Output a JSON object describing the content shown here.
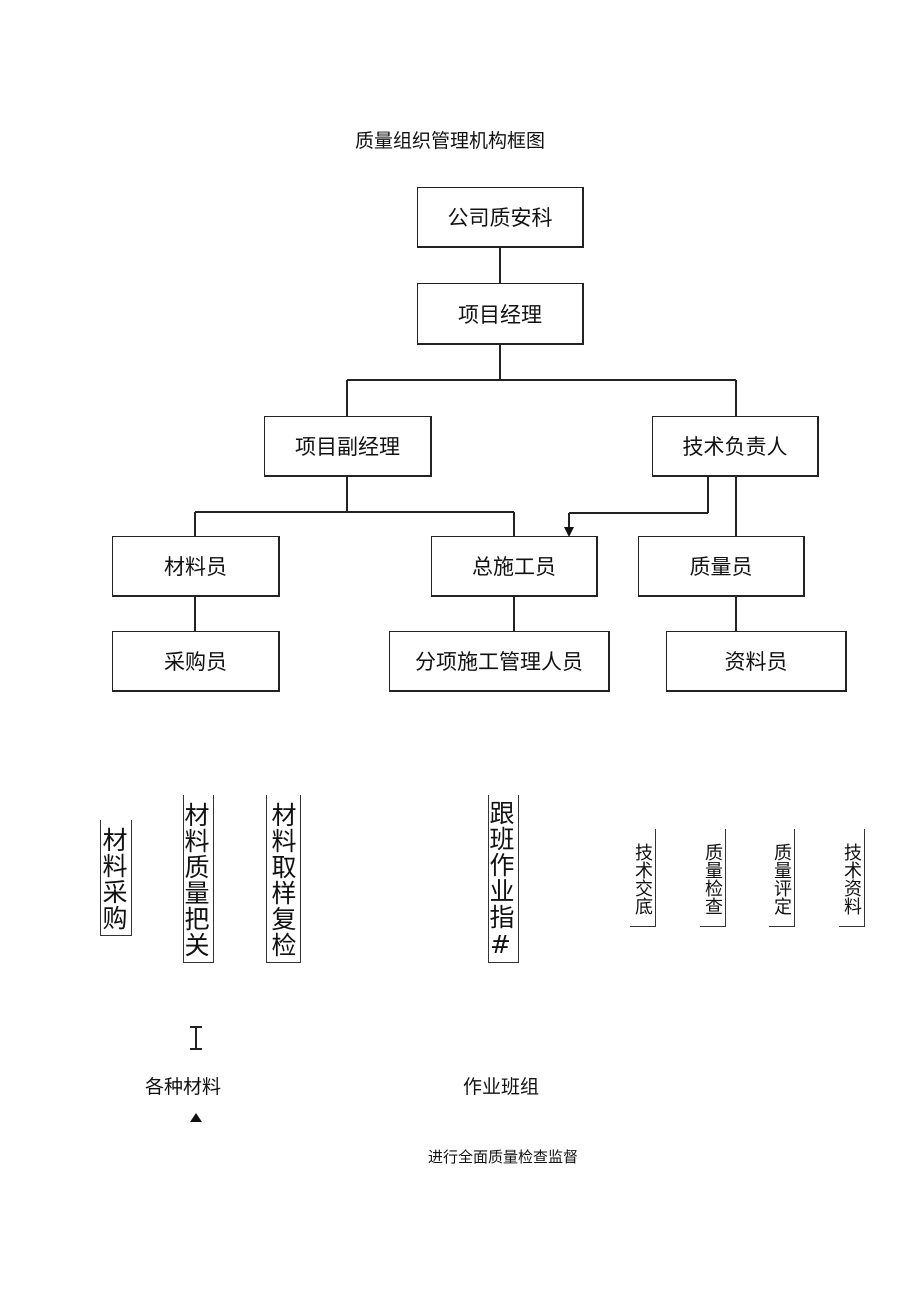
{
  "title": "质量组织管理机构框图",
  "nodes": {
    "company_qa": "公司质安科",
    "project_manager": "项目经理",
    "deputy_manager": "项目副经理",
    "tech_lead": "技术负责人",
    "materials_clerk": "材料员",
    "chief_constructor": "总施工员",
    "quality_inspector": "质量员",
    "purchaser": "采购员",
    "sub_managers": "分项施工管理人员",
    "records_clerk": "资料员"
  },
  "duties": {
    "material_purchase": "材料采购",
    "material_quality": "材料质量把关",
    "sample_retest": "材料取样复检",
    "shift_guidance": "跟班作业指#",
    "tech_briefing": "技术交底",
    "quality_check": "质量检查",
    "quality_eval": "质量评定",
    "tech_records": "技术资料"
  },
  "bottom": {
    "materials": "各种材料",
    "work_teams": "作业班组",
    "supervision": "进行全面质量检查监督"
  }
}
